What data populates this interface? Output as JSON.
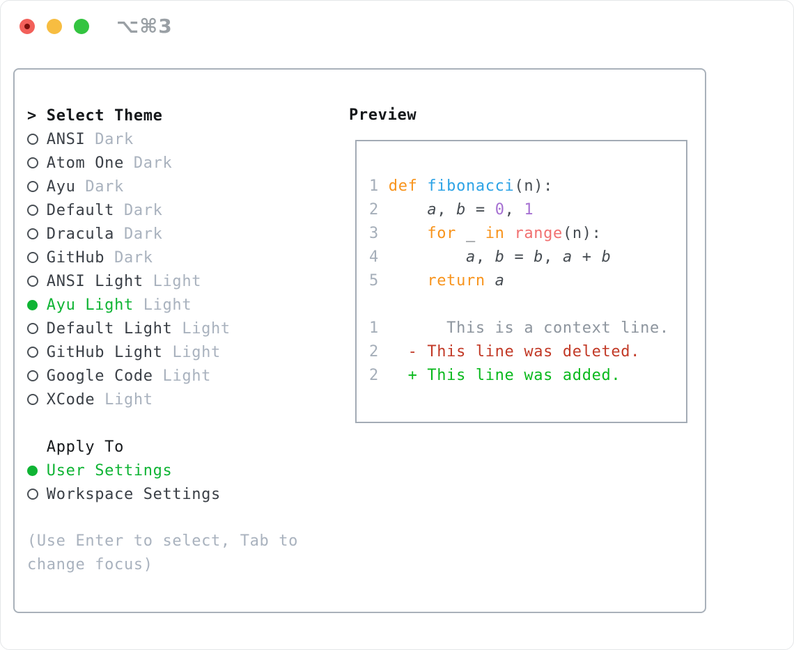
{
  "window": {
    "title": "⌥⌘3"
  },
  "colors": {
    "accent_green": "#0fb434",
    "diff_added_green": "#0bb91e",
    "diff_deleted_red": "#c23a27",
    "keyword_orange": "#f8941d",
    "function_blue": "#2da3e6",
    "call_salmon": "#f17070",
    "number_purple": "#a671d2",
    "muted_gray": "#a9b2be",
    "panel_border": "#a9b1ba",
    "traffic_red": "#f2605a",
    "traffic_yellow": "#f7bd41",
    "traffic_green": "#33c440"
  },
  "theme_picker": {
    "prompt": ">",
    "title": "Select Theme",
    "items": [
      {
        "name": "ANSI",
        "variant": "Dark",
        "selected": false
      },
      {
        "name": "Atom One",
        "variant": "Dark",
        "selected": false
      },
      {
        "name": "Ayu",
        "variant": "Dark",
        "selected": false
      },
      {
        "name": "Default",
        "variant": "Dark",
        "selected": false
      },
      {
        "name": "Dracula",
        "variant": "Dark",
        "selected": false
      },
      {
        "name": "GitHub",
        "variant": "Dark",
        "selected": false
      },
      {
        "name": "ANSI Light",
        "variant": "Light",
        "selected": false
      },
      {
        "name": "Ayu Light",
        "variant": "Light",
        "selected": true
      },
      {
        "name": "Default Light",
        "variant": "Light",
        "selected": false
      },
      {
        "name": "GitHub Light",
        "variant": "Light",
        "selected": false
      },
      {
        "name": "Google Code",
        "variant": "Light",
        "selected": false
      },
      {
        "name": "XCode",
        "variant": "Light",
        "selected": false
      }
    ]
  },
  "apply_to": {
    "title": "Apply To",
    "options": [
      {
        "label": "User Settings",
        "selected": true
      },
      {
        "label": "Workspace Settings",
        "selected": false
      }
    ]
  },
  "help_text": {
    "line1": "(Use Enter to select, Tab to",
    "line2": "change focus)"
  },
  "preview": {
    "title": "Preview",
    "code_lines": [
      {
        "num": "1",
        "tokens": [
          {
            "text": "def ",
            "style": "kw"
          },
          {
            "text": "fibonacci",
            "style": "fn"
          },
          {
            "text": "(n):",
            "style": "plain"
          }
        ]
      },
      {
        "num": "2",
        "tokens": [
          {
            "text": "    ",
            "style": "plain"
          },
          {
            "text": "a",
            "style": "var"
          },
          {
            "text": ", ",
            "style": "plain"
          },
          {
            "text": "b",
            "style": "var"
          },
          {
            "text": " = ",
            "style": "plain"
          },
          {
            "text": "0",
            "style": "num"
          },
          {
            "text": ", ",
            "style": "plain"
          },
          {
            "text": "1",
            "style": "num"
          }
        ]
      },
      {
        "num": "3",
        "tokens": [
          {
            "text": "    ",
            "style": "plain"
          },
          {
            "text": "for",
            "style": "kw"
          },
          {
            "text": " _ ",
            "style": "plain"
          },
          {
            "text": "in",
            "style": "kw"
          },
          {
            "text": " ",
            "style": "plain"
          },
          {
            "text": "range",
            "style": "call"
          },
          {
            "text": "(n):",
            "style": "plain"
          }
        ]
      },
      {
        "num": "4",
        "tokens": [
          {
            "text": "        ",
            "style": "plain"
          },
          {
            "text": "a",
            "style": "var"
          },
          {
            "text": ", ",
            "style": "plain"
          },
          {
            "text": "b",
            "style": "var"
          },
          {
            "text": " = ",
            "style": "plain"
          },
          {
            "text": "b",
            "style": "var"
          },
          {
            "text": ", ",
            "style": "plain"
          },
          {
            "text": "a",
            "style": "var"
          },
          {
            "text": " + ",
            "style": "plain"
          },
          {
            "text": "b",
            "style": "var"
          }
        ]
      },
      {
        "num": "5",
        "tokens": [
          {
            "text": "    ",
            "style": "plain"
          },
          {
            "text": "return",
            "style": "kw"
          },
          {
            "text": " ",
            "style": "plain"
          },
          {
            "text": "a",
            "style": "var"
          }
        ]
      }
    ],
    "diff_lines": [
      {
        "num": "1",
        "tokens": [
          {
            "text": "      This is a context line.",
            "style": "ctx"
          }
        ]
      },
      {
        "num": "2",
        "tokens": [
          {
            "text": "  - This line was deleted.",
            "style": "del"
          }
        ]
      },
      {
        "num": "2",
        "tokens": [
          {
            "text": "  + This line was added.",
            "style": "add"
          }
        ]
      }
    ]
  }
}
